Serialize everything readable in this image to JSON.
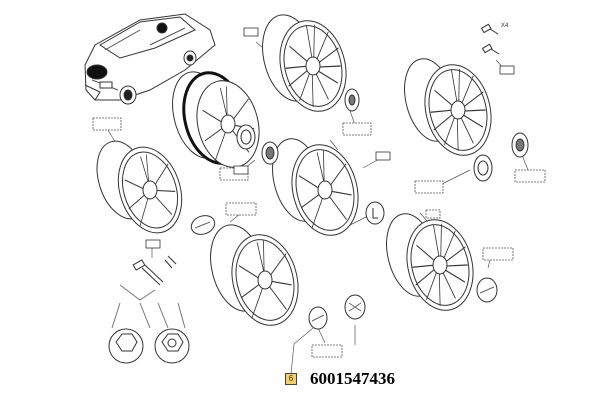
{
  "selected_part": {
    "index": "6",
    "number": "6001547436"
  },
  "bolt_quantity": "X4",
  "colors": {
    "line": "#333333",
    "highlight": "#f4cf6a",
    "label_box": "#ffffff"
  },
  "icons": [
    "car-icon",
    "wheel-icon",
    "hubcap-icon",
    "bolt-icon",
    "nut-icon",
    "center-cap-icon",
    "valve-icon"
  ]
}
